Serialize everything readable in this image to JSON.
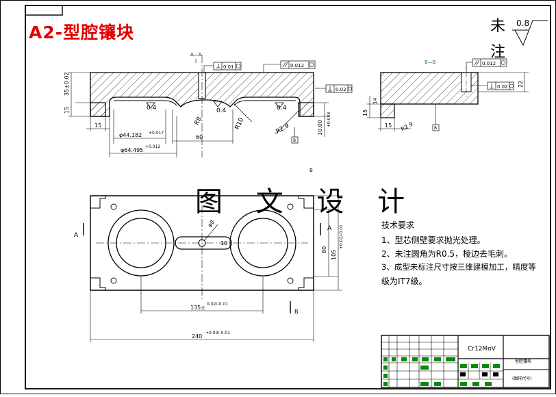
{
  "title": "A2-型腔镶块",
  "watermark": "图 文 设 计",
  "corner_box": "",
  "roughness": {
    "note_line1": "未",
    "note_line2": "注",
    "value": "0.8"
  },
  "section_labels": {
    "aa": "A—A",
    "bb": "B—B",
    "b_marker": "B",
    "a_left": "A",
    "a_right": "A",
    "b_bottom": "B"
  },
  "tolerances": {
    "flat_a": "0.01",
    "parallel_a": "0.012",
    "perp_a": "0.02",
    "parallel_b": "0.012",
    "perp_b": "0.02",
    "datum": "B"
  },
  "dimensions_front": {
    "h35": "35±0.02",
    "h15": "15",
    "w15": "15",
    "r04a": "0.4",
    "r04b": "0.4",
    "r04c": "0.4",
    "r8": "R8",
    "r10": "R10",
    "r29": "R2.9",
    "d44": "φ44.182",
    "d44_tol": "+0.017",
    "d64": "φ64.495",
    "d64_tol": "+0.012",
    "w60": "60",
    "h10": "10.00",
    "h10_tol": "+0.008"
  },
  "dimensions_side": {
    "h14": "14",
    "h15": "15",
    "w15": "15",
    "r29": "R2.9",
    "h22": "22"
  },
  "dimensions_plan": {
    "d8": "φ8",
    "d10": "10",
    "w135": "135±",
    "w135_tol": "0.02/-0.01",
    "w240": "240",
    "w240_tol": "+0.03/-0.01",
    "h80": "80",
    "h105": "105",
    "h105_tol": "+0.02/-0.01"
  },
  "technical_requirements": {
    "heading": "技术要求",
    "items": [
      "1、型芯侧壁要求抛光处理。",
      "2、未注圆角为R0.5，棱边去毛刺。",
      "3、成型未标注尺寸按三维建模加工，精度等",
      "级为IT7级。"
    ]
  },
  "title_block": {
    "material": "Cr12MoV",
    "part_name": "型腔镶块",
    "drawing_no": "(图样代号)"
  }
}
